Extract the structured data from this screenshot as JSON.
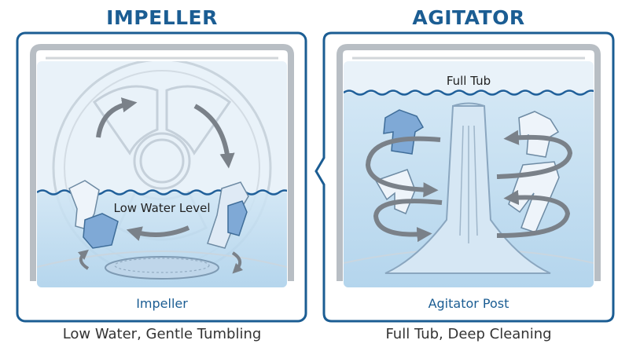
{
  "impeller_panel": {
    "heading": "IMPELLER",
    "water_label": "Low Water Level",
    "part_label": "Impeller",
    "caption": "Low Water, Gentle Tumbling"
  },
  "agitator_panel": {
    "heading": "AGITATOR",
    "water_label": "Full Tub",
    "part_label": "Agitator Post",
    "caption": "Full Tub, Deep Cleaning"
  },
  "colors": {
    "accent": "#1b5d93",
    "water": "#b9d9ef",
    "water_line": "#1f5f99",
    "tub_frame": "#c8ccd0",
    "arrow": "#7a8189"
  }
}
